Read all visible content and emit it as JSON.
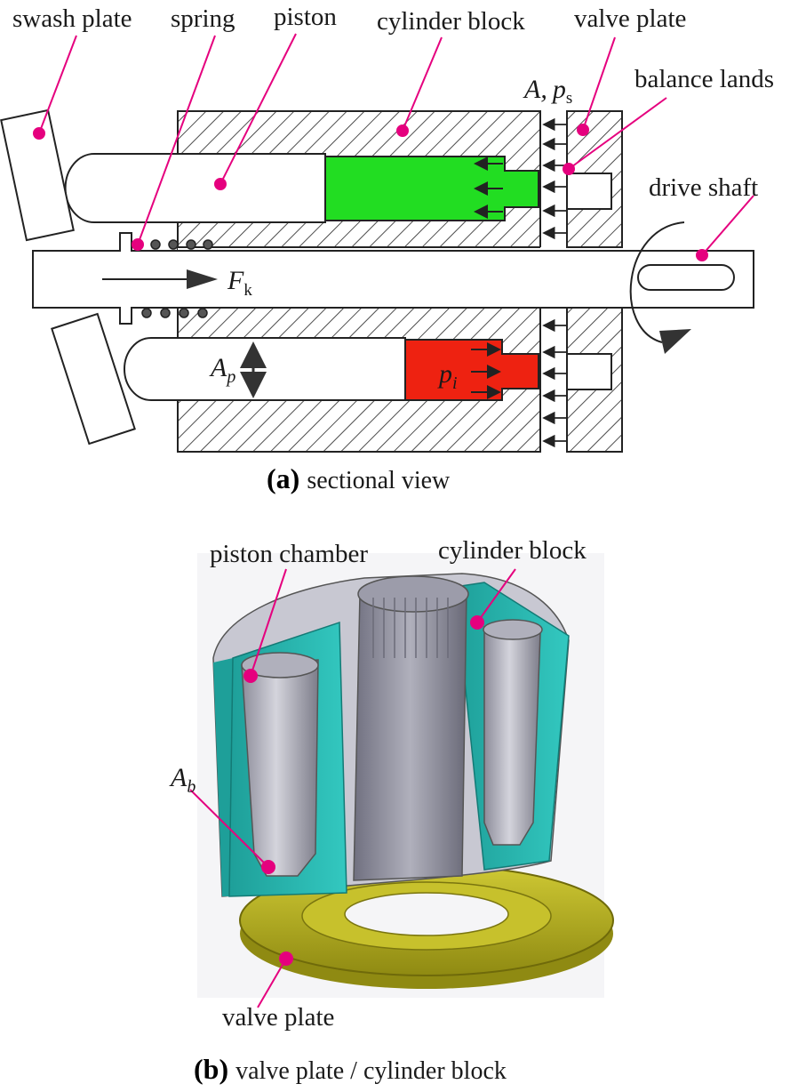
{
  "panel_a": {
    "callouts": {
      "swash_plate": "swash plate",
      "spring": "spring",
      "piston": "piston",
      "cylinder_block": "cylinder block",
      "valve_plate": "valve plate",
      "balance_lands": "balance lands",
      "drive_shaft": "drive shaft"
    },
    "symbols": {
      "A_main": "A,",
      "p_main": "p",
      "s_sub": "s",
      "F_main": "F",
      "k_sub": "k",
      "Ap_main": "A",
      "Ap_sub": "p",
      "pi_main": "p",
      "pi_sub": "i"
    },
    "caption": {
      "letter": "(a)",
      "text": "sectional view"
    }
  },
  "panel_b": {
    "callouts": {
      "piston_chamber": "piston chamber",
      "cylinder_block": "cylinder block",
      "valve_plate": "valve plate"
    },
    "symbols": {
      "Ab_main": "A",
      "Ab_sub": "b"
    },
    "caption": {
      "letter": "(b)",
      "text": "valve plate / cylinder block"
    }
  },
  "colors": {
    "callout_pink": "#e5007e",
    "chamber_green": "#22dd22",
    "chamber_red": "#ee2211",
    "block_teal": "#27b7b0",
    "metal_grey": "#a9a9b5",
    "valve_plate_olive": "#b7b11c",
    "line": "#222222"
  }
}
